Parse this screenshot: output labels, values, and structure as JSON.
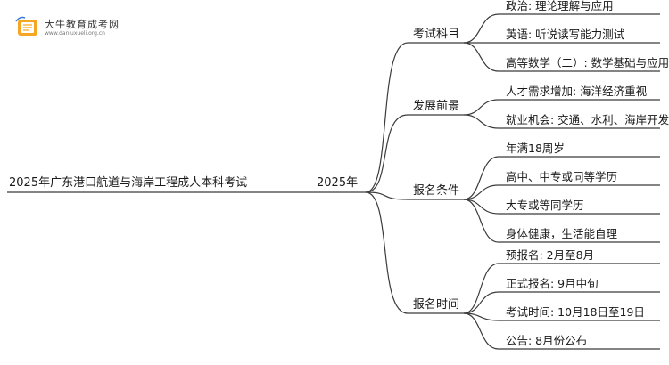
{
  "watermark": {
    "name": "大牛教育成考网",
    "url": "www.daniuxueli.org.cn"
  },
  "mindmap": {
    "root": "2025年广东港口航道与海岸工程成人本科考试",
    "center": "2025年",
    "branches": [
      {
        "label": "考试科目",
        "children": [
          "政治: 理论理解与应用",
          "英语: 听说读写能力测试",
          "高等数学（二）: 数学基础与应用"
        ]
      },
      {
        "label": "发展前景",
        "children": [
          "人才需求增加: 海洋经济重视",
          "就业机会: 交通、水利、海岸开发"
        ]
      },
      {
        "label": "报名条件",
        "children": [
          "年满18周岁",
          "高中、中专或同等学历",
          "大专或等同学历",
          "身体健康，生活能自理"
        ]
      },
      {
        "label": "报名时间",
        "children": [
          "预报名: 2月至8月",
          "正式报名: 9月中旬",
          "考试时间: 10月18日至19日",
          "公告: 8月份公布"
        ]
      }
    ]
  },
  "colors": {
    "line": "#3b3b3b",
    "text": "#1a1a1a",
    "logo_orange": "#f5a623",
    "logo_blue": "#3a7bd5"
  }
}
